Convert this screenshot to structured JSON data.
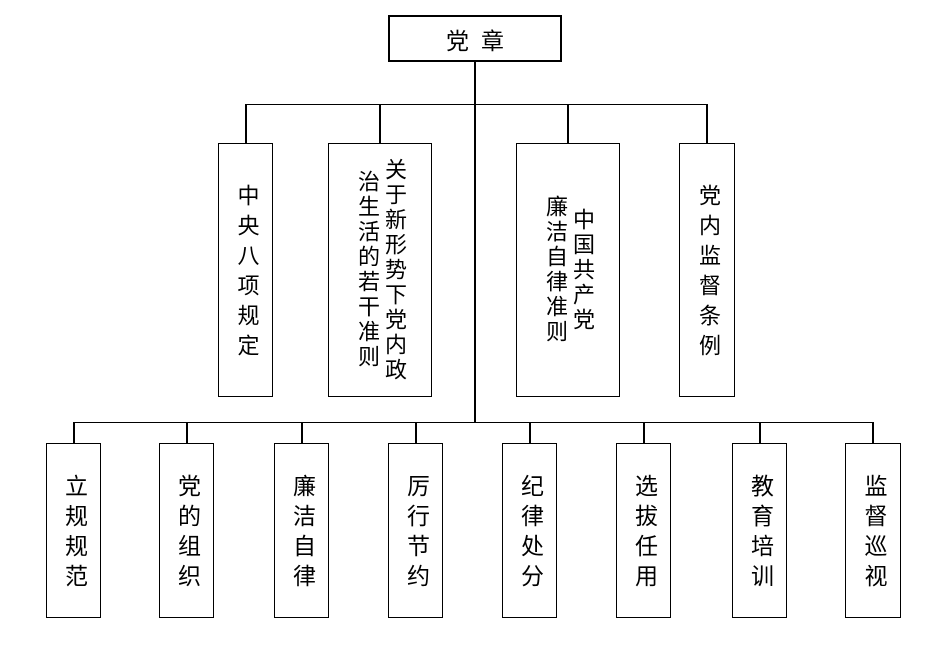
{
  "chart_data": {
    "type": "table",
    "title": "党章 institutional system tree diagram",
    "root": "党章",
    "level2": [
      "中央八项规定",
      "关于新形势下党内政治生活的若干准则",
      "中国共产党廉洁自律准则",
      "党内监督条例"
    ],
    "level3": [
      "立规规范",
      "党的组织",
      "廉洁自律",
      "厉行节约",
      "纪律处分",
      "选拔任用",
      "教育培训",
      "监督巡视"
    ]
  },
  "root": {
    "label": "党章"
  },
  "level2": [
    {
      "label": "中央八项规定"
    },
    {
      "label": "关于新形势下党内政\n治生活的若干准则"
    },
    {
      "label": "中国共产党\n廉洁自律准则"
    },
    {
      "label": "党内监督条例"
    }
  ],
  "level3": [
    {
      "label": "立规规范"
    },
    {
      "label": "党的组织"
    },
    {
      "label": "廉洁自律"
    },
    {
      "label": "厉行节约"
    },
    {
      "label": "纪律处分"
    },
    {
      "label": "选拔任用"
    },
    {
      "label": "教育培训"
    },
    {
      "label": "监督巡视"
    }
  ],
  "colors": {
    "line": "#000000",
    "background": "#ffffff",
    "text": "#000000"
  }
}
